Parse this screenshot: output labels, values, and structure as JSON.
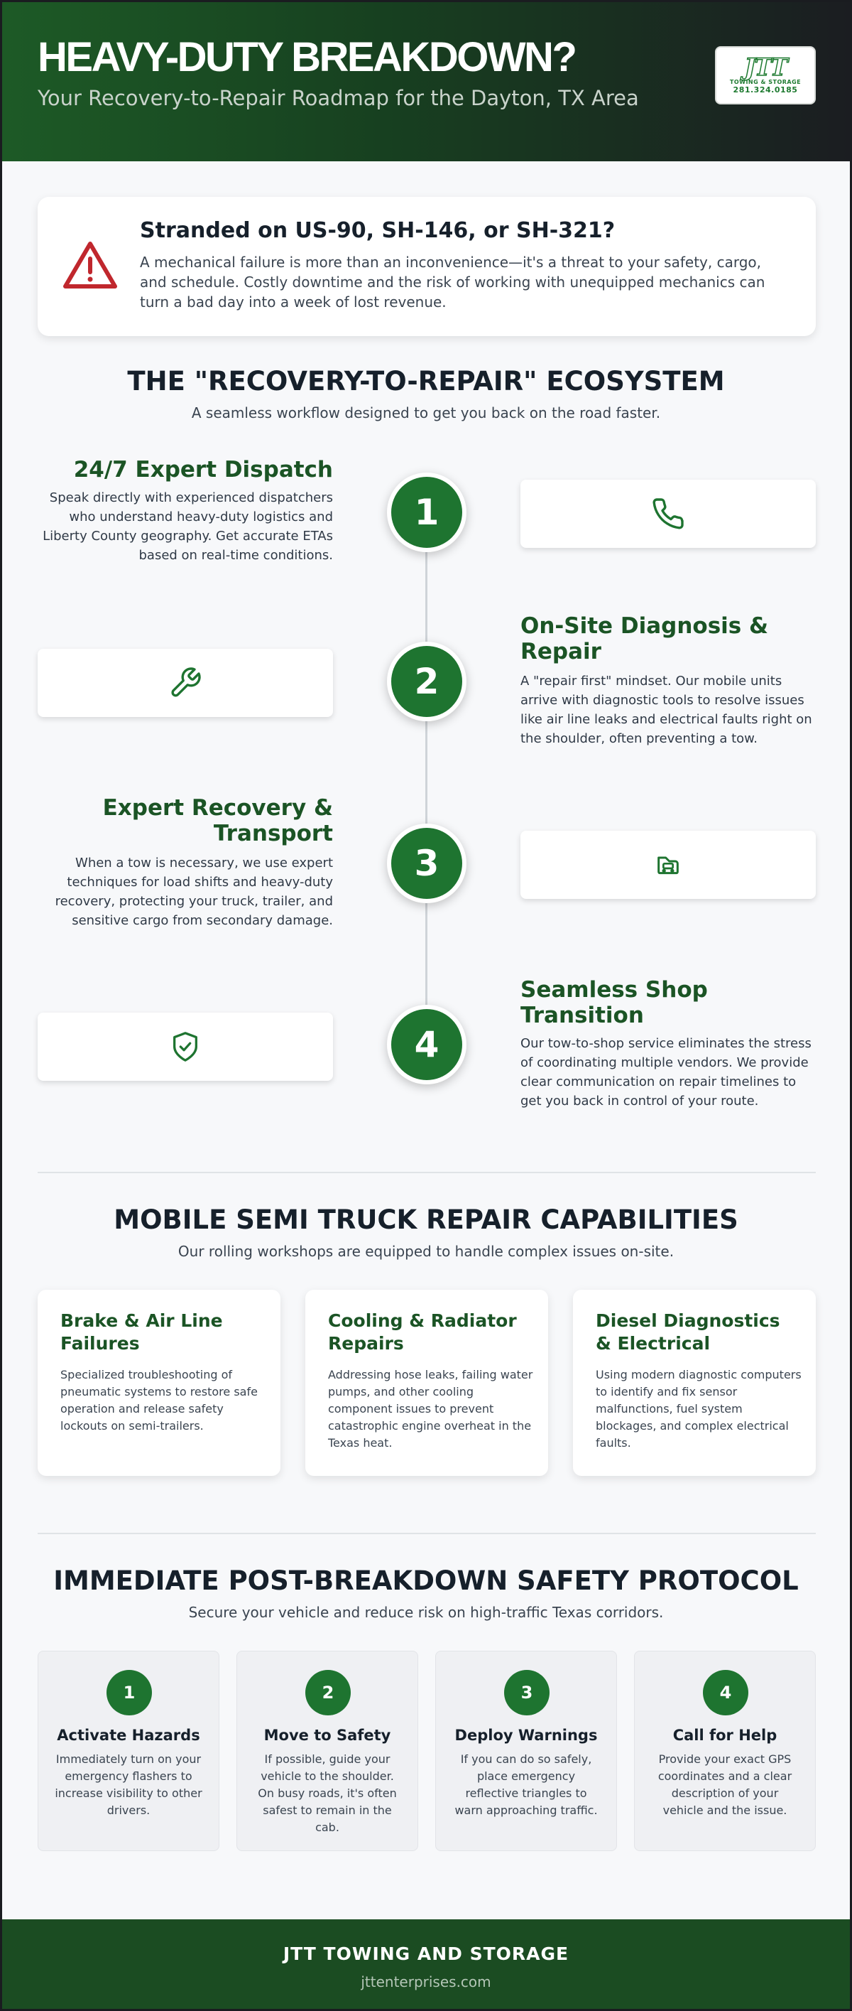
{
  "header": {
    "title": "HEAVY-DUTY BREAKDOWN?",
    "subtitle": "Your Recovery-to-Repair Roadmap for the Dayton, TX Area",
    "logo": {
      "mark": "JTT",
      "name": "TOWING & STORAGE",
      "phone": "281.324.0185"
    }
  },
  "alert": {
    "icon": "warning-triangle-icon",
    "title": "Stranded on US-90, SH-146, or SH-321?",
    "text": "A mechanical failure is more than an inconvenience—it's a threat to your safety, cargo, and schedule. Costly downtime and the risk of working with unequipped mechanics can turn a bad day into a week of lost revenue."
  },
  "ecosystem": {
    "title": "THE \"RECOVERY-TO-REPAIR\" ECOSYSTEM",
    "subtitle": "A seamless workflow designed to get you back on the road faster.",
    "steps": [
      {
        "num": "1",
        "title": "24/7 Expert Dispatch",
        "text": "Speak directly with experienced dispatchers who understand heavy-duty logistics and Liberty County geography. Get accurate ETAs based on real-time conditions.",
        "icon": "phone-icon"
      },
      {
        "num": "2",
        "title": "On-Site Diagnosis & Repair",
        "text": "A \"repair first\" mindset. Our mobile units arrive with diagnostic tools to resolve issues like air line leaks and electrical faults right on the shoulder, often preventing a tow.",
        "icon": "wrench-icon"
      },
      {
        "num": "3",
        "title": "Expert Recovery & Transport",
        "text": "When a tow is necessary, we use expert techniques for load shifts and heavy-duty recovery, protecting your truck, trailer, and sensitive cargo from secondary damage.",
        "icon": "tow-truck-icon"
      },
      {
        "num": "4",
        "title": "Seamless Shop Transition",
        "text": "Our tow-to-shop service eliminates the stress of coordinating multiple vendors. We provide clear communication on repair timelines to get you back in control of your route.",
        "icon": "shield-check-icon"
      }
    ]
  },
  "capabilities": {
    "title": "MOBILE SEMI TRUCK REPAIR CAPABILITIES",
    "subtitle": "Our rolling workshops are equipped to handle complex issues on-site.",
    "cards": [
      {
        "title": "Brake & Air Line Failures",
        "text": "Specialized troubleshooting of pneumatic systems to restore safe operation and release safety lockouts on semi-trailers."
      },
      {
        "title": "Cooling & Radiator Repairs",
        "text": "Addressing hose leaks, failing water pumps, and other cooling component issues to prevent catastrophic engine overheat in the Texas heat."
      },
      {
        "title": "Diesel Diagnostics & Electrical",
        "text": "Using modern diagnostic computers to identify and fix sensor malfunctions, fuel system blockages, and complex electrical faults."
      }
    ]
  },
  "safety": {
    "title": "IMMEDIATE POST-BREAKDOWN SAFETY PROTOCOL",
    "subtitle": "Secure your vehicle and reduce risk on high-traffic Texas corridors.",
    "steps": [
      {
        "num": "1",
        "title": "Activate Hazards",
        "text": "Immediately turn on your emergency flashers to increase visibility to other drivers."
      },
      {
        "num": "2",
        "title": "Move to Safety",
        "text": "If possible, guide your vehicle to the shoulder. On busy roads, it's often safest to remain in the cab."
      },
      {
        "num": "3",
        "title": "Deploy Warnings",
        "text": "If you can do so safely, place emergency reflective triangles to warn approaching traffic."
      },
      {
        "num": "4",
        "title": "Call for Help",
        "text": "Provide your exact GPS coordinates and a clear description of your vehicle and the issue."
      }
    ]
  },
  "footer": {
    "company": "JTT TOWING AND STORAGE",
    "website": "jttenterprises.com"
  },
  "colors": {
    "brand_green": "#1e7430",
    "dark_green": "#1b5425",
    "alert_red": "#c0272d"
  }
}
